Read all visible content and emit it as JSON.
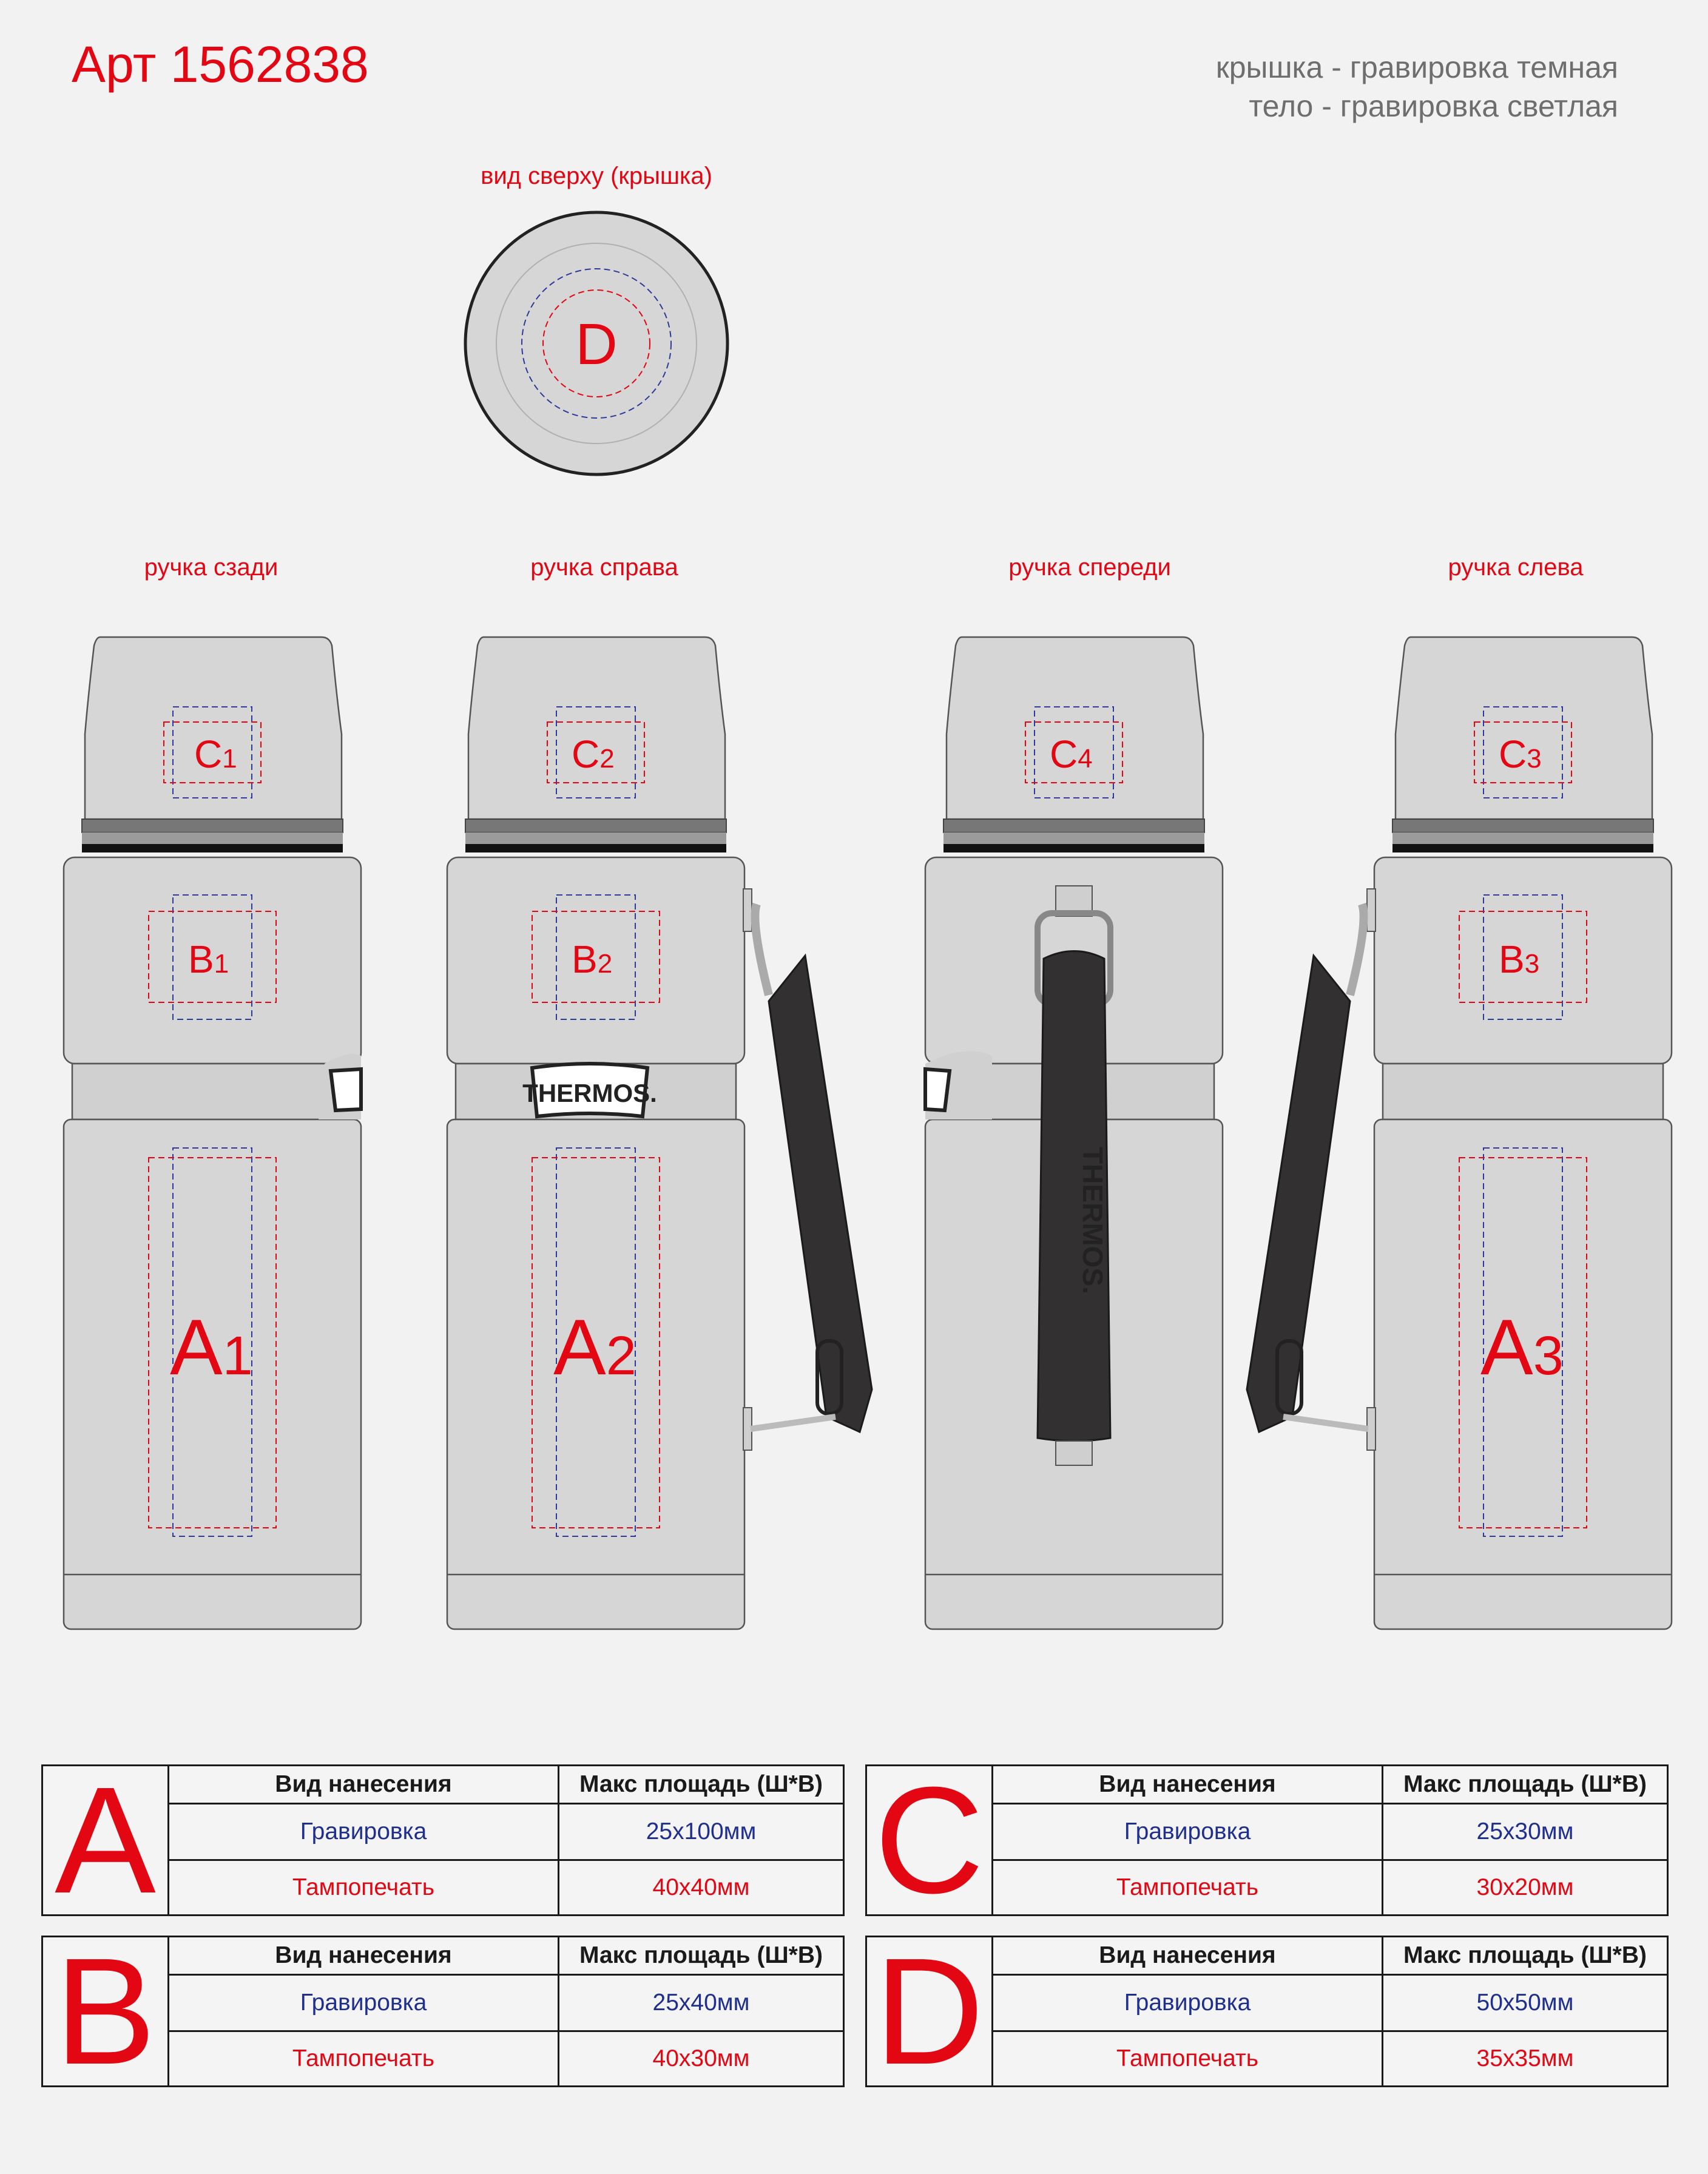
{
  "header": {
    "article": "Арт 1562838",
    "note_lid": "крышка - гравировка темная",
    "note_body": "тело - гравировка светлая"
  },
  "views": {
    "top": "вид сверху (крышка)",
    "back": "ручка сзади",
    "right": "ручка справа",
    "front": "ручка спереди",
    "left": "ручка слева"
  },
  "zones": {
    "d": "D",
    "c1": "C",
    "c1_sub": "1",
    "c2": "C",
    "c2_sub": "2",
    "c3": "C",
    "c3_sub": "3",
    "c4": "C",
    "c4_sub": "4",
    "b1": "B",
    "b1_sub": "1",
    "b2": "B",
    "b2_sub": "2",
    "b3": "B",
    "b3_sub": "3",
    "a1": "A",
    "a1_sub": "1",
    "a2": "A",
    "a2_sub": "2",
    "a3": "A",
    "a3_sub": "3"
  },
  "brand": "THERMOS.",
  "colors": {
    "accent_red": "#e30613",
    "engraving_blue": "#1f2f8f",
    "body_gray": "#d6d6d6",
    "handle": "#333031"
  },
  "tables": {
    "a": {
      "letter": "A",
      "col1": "Вид нанесения",
      "col2": "Макс площадь (Ш*В)",
      "row1_method": "Гравировка",
      "row1_size": "25х100мм",
      "row2_method": "Тампопечать",
      "row2_size": "40х40мм"
    },
    "b": {
      "letter": "B",
      "col1": "Вид нанесения",
      "col2": "Макс площадь (Ш*В)",
      "row1_method": "Гравировка",
      "row1_size": "25х40мм",
      "row2_method": "Тампопечать",
      "row2_size": "40х30мм"
    },
    "c": {
      "letter": "C",
      "col1": "Вид нанесения",
      "col2": "Макс площадь (Ш*В)",
      "row1_method": "Гравировка",
      "row1_size": "25х30мм",
      "row2_method": "Тампопечать",
      "row2_size": "30х20мм"
    },
    "d": {
      "letter": "D",
      "col1": "Вид нанесения",
      "col2": "Макс площадь (Ш*В)",
      "row1_method": "Гравировка",
      "row1_size": "50х50мм",
      "row2_method": "Тампопечать",
      "row2_size": "35х35мм"
    }
  }
}
